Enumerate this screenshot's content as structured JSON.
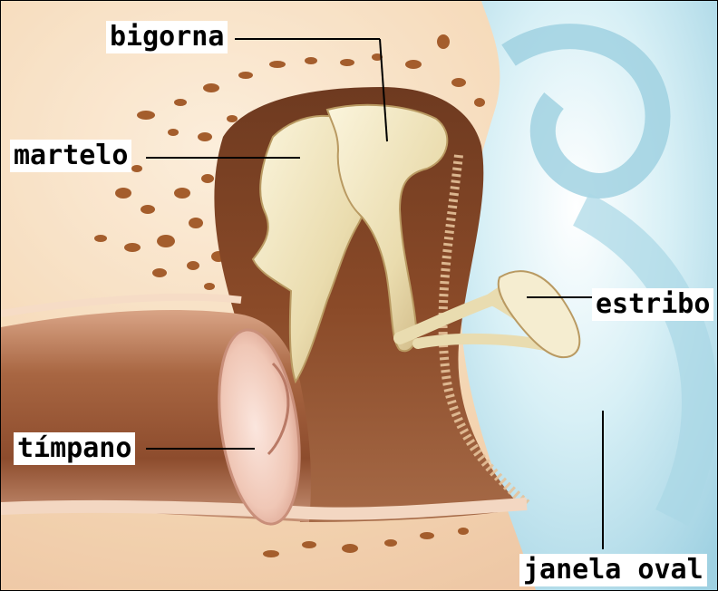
{
  "labels": {
    "bigorna": "bigorna",
    "martelo": "martelo",
    "estribo": "estribo",
    "timpano": "tímpano",
    "janela_oval": "janela oval"
  },
  "colors": {
    "bone": "#f2cfa0",
    "bone_pores": "#a2602f",
    "cavity": "#7a3f22",
    "ossicles": "#efe3bd",
    "inner_ear": "#bfe3ef",
    "eardrum": "#eec2b2"
  }
}
